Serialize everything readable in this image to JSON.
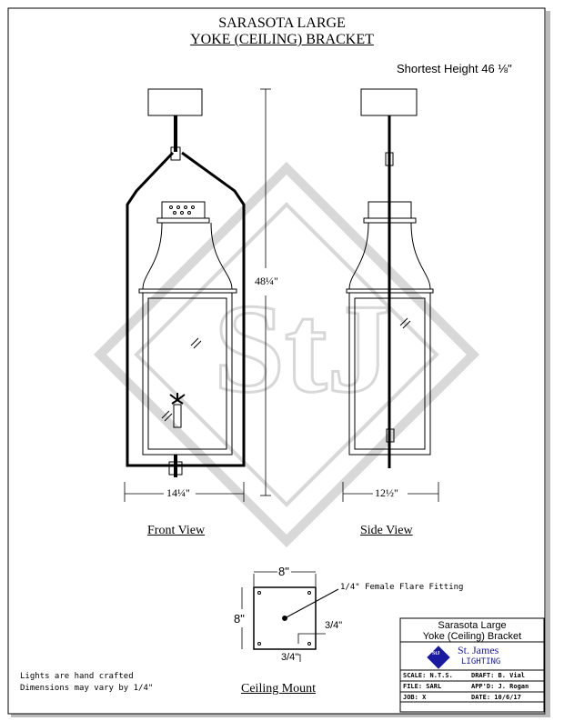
{
  "title": {
    "line1": "SARASOTA LARGE",
    "line2": "YOKE (CEILING) BRACKET"
  },
  "shortest_height": "Shortest Height 46 ⅛\"",
  "dimensions": {
    "height": "48¼\"",
    "front_width": "14¼\"",
    "side_width": "12½\"",
    "mount_w": "8\"",
    "mount_h": "8\"",
    "offset_a": "3/4\"",
    "offset_b": "3/4\""
  },
  "labels": {
    "front": "Front View",
    "side": "Side View",
    "mount": "Ceiling Mount",
    "fitting": "1/4\" Female Flare Fitting"
  },
  "notes": [
    "Lights are hand crafted",
    "Dimensions may vary by 1/4\""
  ],
  "title_block": {
    "name1": "Sarasota Large",
    "name2": "Yoke (Ceiling) Bracket",
    "company": "St. James",
    "company_sub": "LIGHTING",
    "logo": "StJ",
    "scale_label": "SCALE:",
    "scale": "N.T.S.",
    "draft_label": "DRAFT:",
    "draft": "B. Vial",
    "file_label": "FILE:",
    "file": "SARL",
    "appd_label": "APP'D:",
    "appd": "J. Rogan",
    "job_label": "JOB:",
    "job": "X",
    "date_label": "DATE:",
    "date": "10/6/17"
  },
  "colors": {
    "line": "#000000",
    "watermark": "#d8d8d8",
    "logo": "#1a1aa0"
  }
}
